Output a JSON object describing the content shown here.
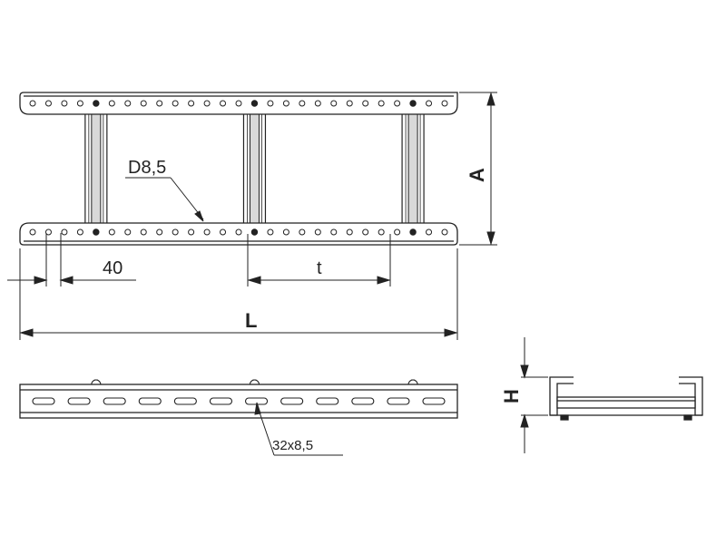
{
  "drawing": {
    "colors": {
      "line": "#222222",
      "fill": "#ffffff",
      "hole_fill": "#ffffff",
      "bolt_fill": "#222222",
      "rung_shade": "#d9d9d9"
    },
    "labels": {
      "hole_diameter": "D8,5",
      "hole_pitch": "40",
      "rung_spacing": "t",
      "length": "L",
      "width": "A",
      "height": "H",
      "slot_size": "32x8,5"
    },
    "rung_count": 3,
    "hole_count_per_rail": 27,
    "slot_count": 12
  }
}
